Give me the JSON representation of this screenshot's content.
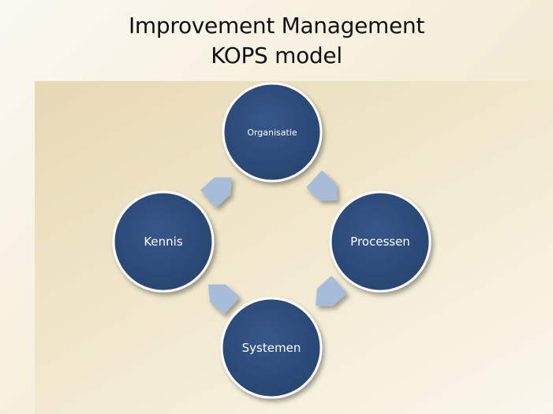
{
  "title": {
    "line1": "Improvement Management",
    "line2": "KOPS model"
  },
  "diagram": {
    "nodes": [
      {
        "id": "organisatie",
        "label": "Organisatie"
      },
      {
        "id": "processen",
        "label": "Processen"
      },
      {
        "id": "systemen",
        "label": "Systemen"
      },
      {
        "id": "kennis",
        "label": "Kennis"
      }
    ],
    "flow": [
      "organisatie",
      "processen",
      "systemen",
      "kennis",
      "organisatie"
    ]
  },
  "colors": {
    "node_fill": "#2e4d7d",
    "node_border": "#ffffff",
    "arrow_fill": "#a6bcd9",
    "title_text": "#111111"
  }
}
